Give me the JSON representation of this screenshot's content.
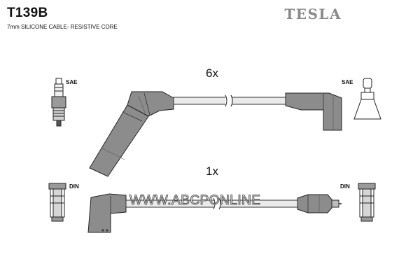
{
  "header": {
    "code": "T139B",
    "subtitle": "7mm SILICONE CABLE- RESISTIVE CORE",
    "brand": "TESLA"
  },
  "parts": {
    "top_quantity": "6x",
    "bottom_quantity": "1x",
    "sae_left": "SAE",
    "sae_right": "SAE",
    "din_left": "DIN",
    "din_right": "DIN"
  },
  "watermark": "WWW.ABCPONLINE"
}
